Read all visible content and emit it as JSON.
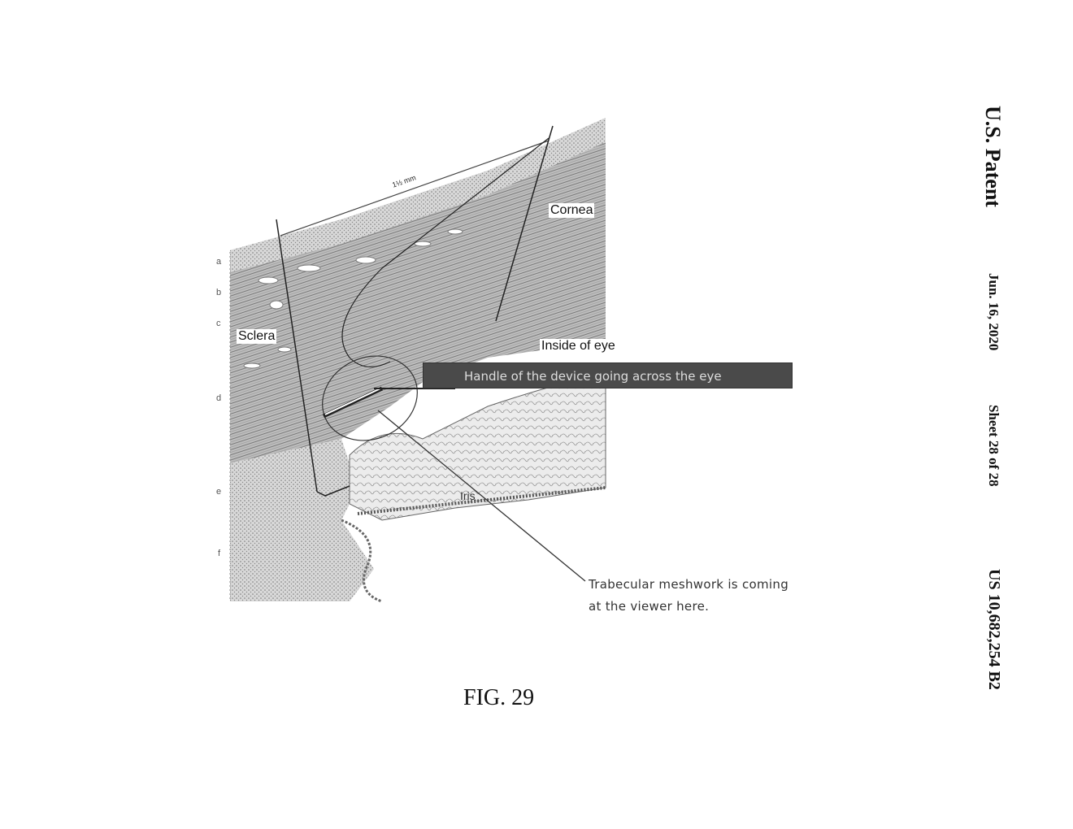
{
  "header": {
    "title": "U.S. Patent",
    "date": "Jun. 16, 2020",
    "sheet": "Sheet 28 of 28",
    "patent_number": "US 10,682,254 B2"
  },
  "figure": {
    "caption": "FIG. 29",
    "scale_label": "1½ mm",
    "layer_letters": [
      "a",
      "b",
      "c",
      "d",
      "e",
      "f"
    ],
    "labels": {
      "cornea": "Cornea",
      "sclera": "Sclera",
      "inside_of_eye": "Inside of eye",
      "iris": "Iris",
      "handle": "Handle of the device going across the eye",
      "trabecular_line1": "Trabecular meshwork is coming",
      "trabecular_line2": "at the viewer here."
    }
  }
}
